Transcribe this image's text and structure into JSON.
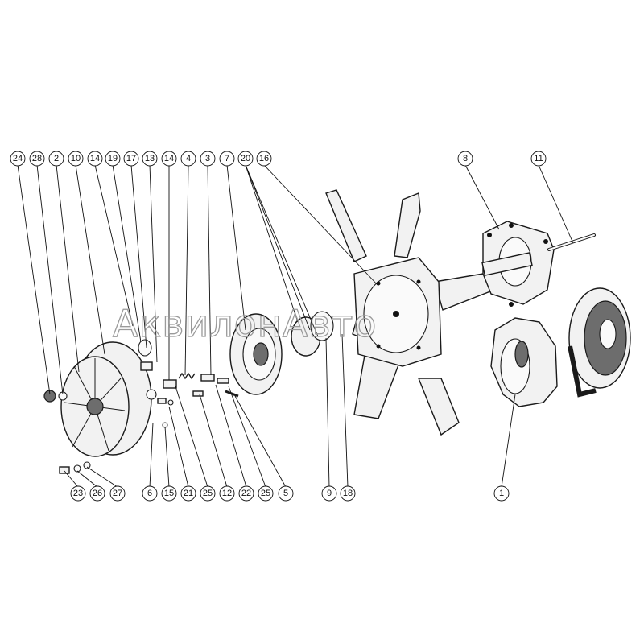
{
  "watermark": "АквилонАвто",
  "callouts_top": [
    "24",
    "28",
    "2",
    "10",
    "14",
    "19",
    "17",
    "13",
    "14",
    "4",
    "3",
    "7",
    "20",
    "16",
    "8",
    "11"
  ],
  "callouts_bottom": [
    "23",
    "26",
    "27",
    "6",
    "15",
    "21",
    "25",
    "12",
    "22",
    "25",
    "5",
    "9",
    "18",
    "1"
  ],
  "parts": [
    "fan-clutch-disc",
    "fan-pulley-hub",
    "fan-blades",
    "fan-shaft-bracket",
    "bearing-housing",
    "belt-pulley"
  ]
}
